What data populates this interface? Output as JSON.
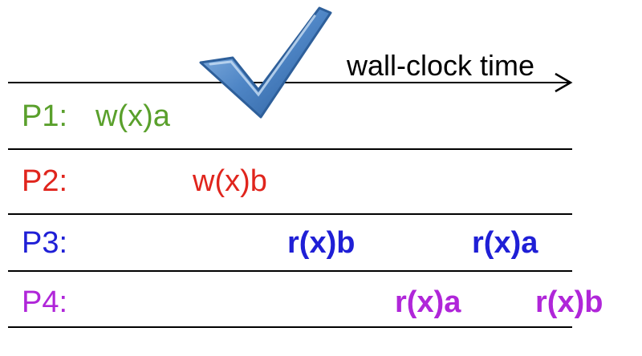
{
  "axis": {
    "label": "wall-clock time"
  },
  "colors": {
    "p1": "#5aa02c",
    "p2": "#e0251d",
    "p3": "#1f1fd6",
    "p4": "#b026d9",
    "check": "#4f86c6"
  },
  "icon": "checkmark-icon",
  "processes": [
    {
      "label": "P1:",
      "ops": [
        "w(x)a"
      ]
    },
    {
      "label": "P2:",
      "ops": [
        "w(x)b"
      ]
    },
    {
      "label": "P3:",
      "ops": [
        "r(x)b",
        "r(x)a"
      ]
    },
    {
      "label": "P4:",
      "ops": [
        "r(x)a",
        "r(x)b"
      ]
    }
  ]
}
